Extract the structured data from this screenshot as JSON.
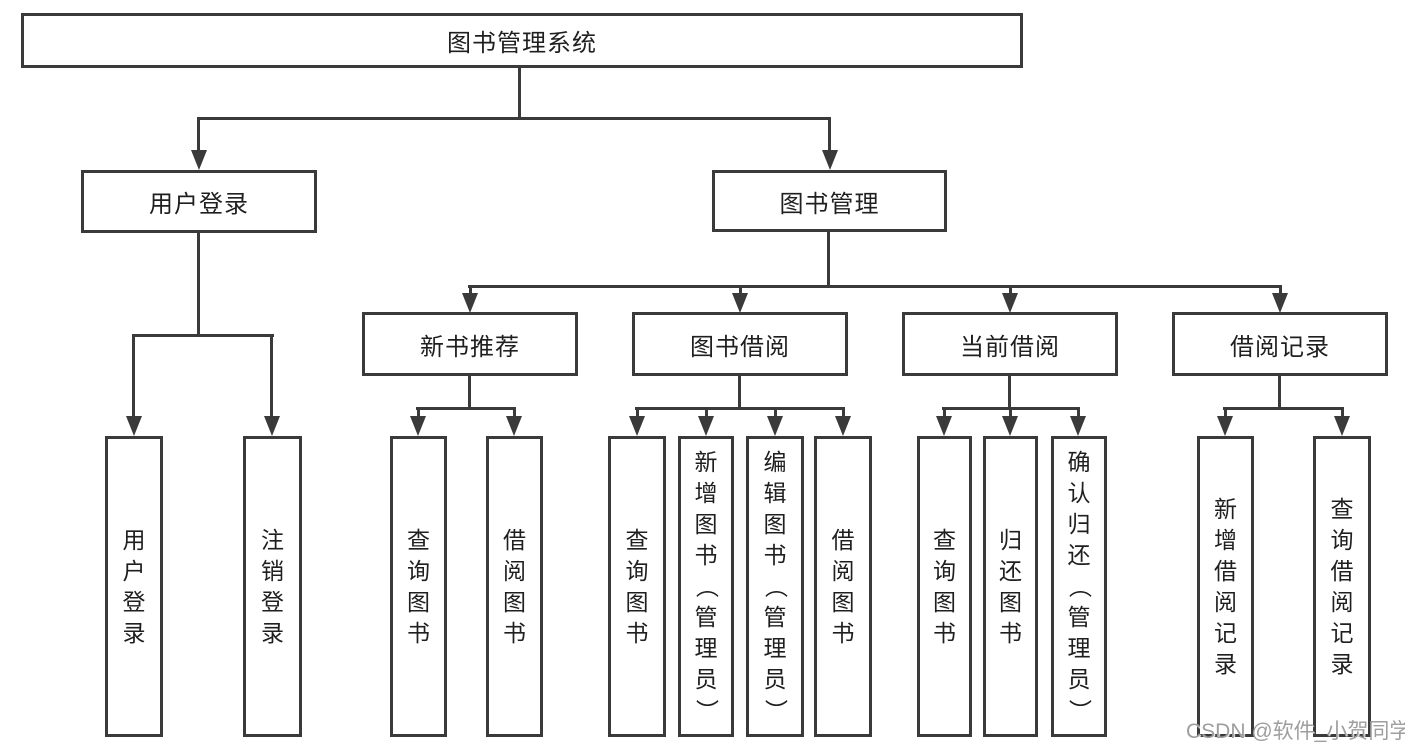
{
  "watermark": "CSDN @软件_小贺同学",
  "colors": {
    "line": "#3a3a3a",
    "text": "#1f1f1f",
    "watermark": "#9e9e9e",
    "background": "#ffffff"
  },
  "tree": {
    "root": {
      "label": "图书管理系统",
      "children": [
        {
          "label": "用户登录",
          "children": [
            {
              "label": "用户登录"
            },
            {
              "label": "注销登录"
            }
          ]
        },
        {
          "label": "图书管理",
          "children": [
            {
              "label": "新书推荐",
              "children": [
                {
                  "label": "查询图书"
                },
                {
                  "label": "借阅图书"
                }
              ]
            },
            {
              "label": "图书借阅",
              "children": [
                {
                  "label": "查询图书"
                },
                {
                  "label": "新增图书（管理员）"
                },
                {
                  "label": "编辑图书（管理员）"
                },
                {
                  "label": "借阅图书"
                }
              ]
            },
            {
              "label": "当前借阅",
              "children": [
                {
                  "label": "查询图书"
                },
                {
                  "label": "归还图书"
                },
                {
                  "label": "确认归还（管理员）"
                }
              ]
            },
            {
              "label": "借阅记录",
              "children": [
                {
                  "label": "新增借阅记录"
                },
                {
                  "label": "查询借阅记录"
                }
              ]
            }
          ]
        }
      ]
    }
  }
}
